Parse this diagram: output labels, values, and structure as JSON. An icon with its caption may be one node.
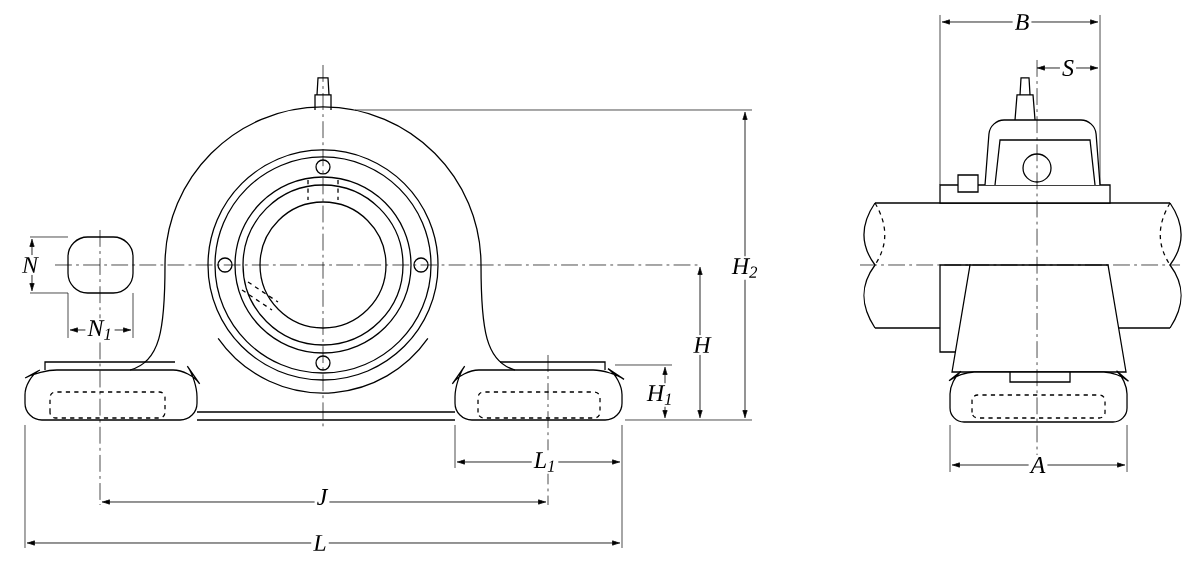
{
  "diagram": {
    "labels": [
      "B",
      "S",
      "H$_{2}$",
      "N",
      "H",
      "N$_{1}$",
      "H$_{1}$",
      "L$_{1}$",
      "A",
      "J",
      "L"
    ]
  }
}
